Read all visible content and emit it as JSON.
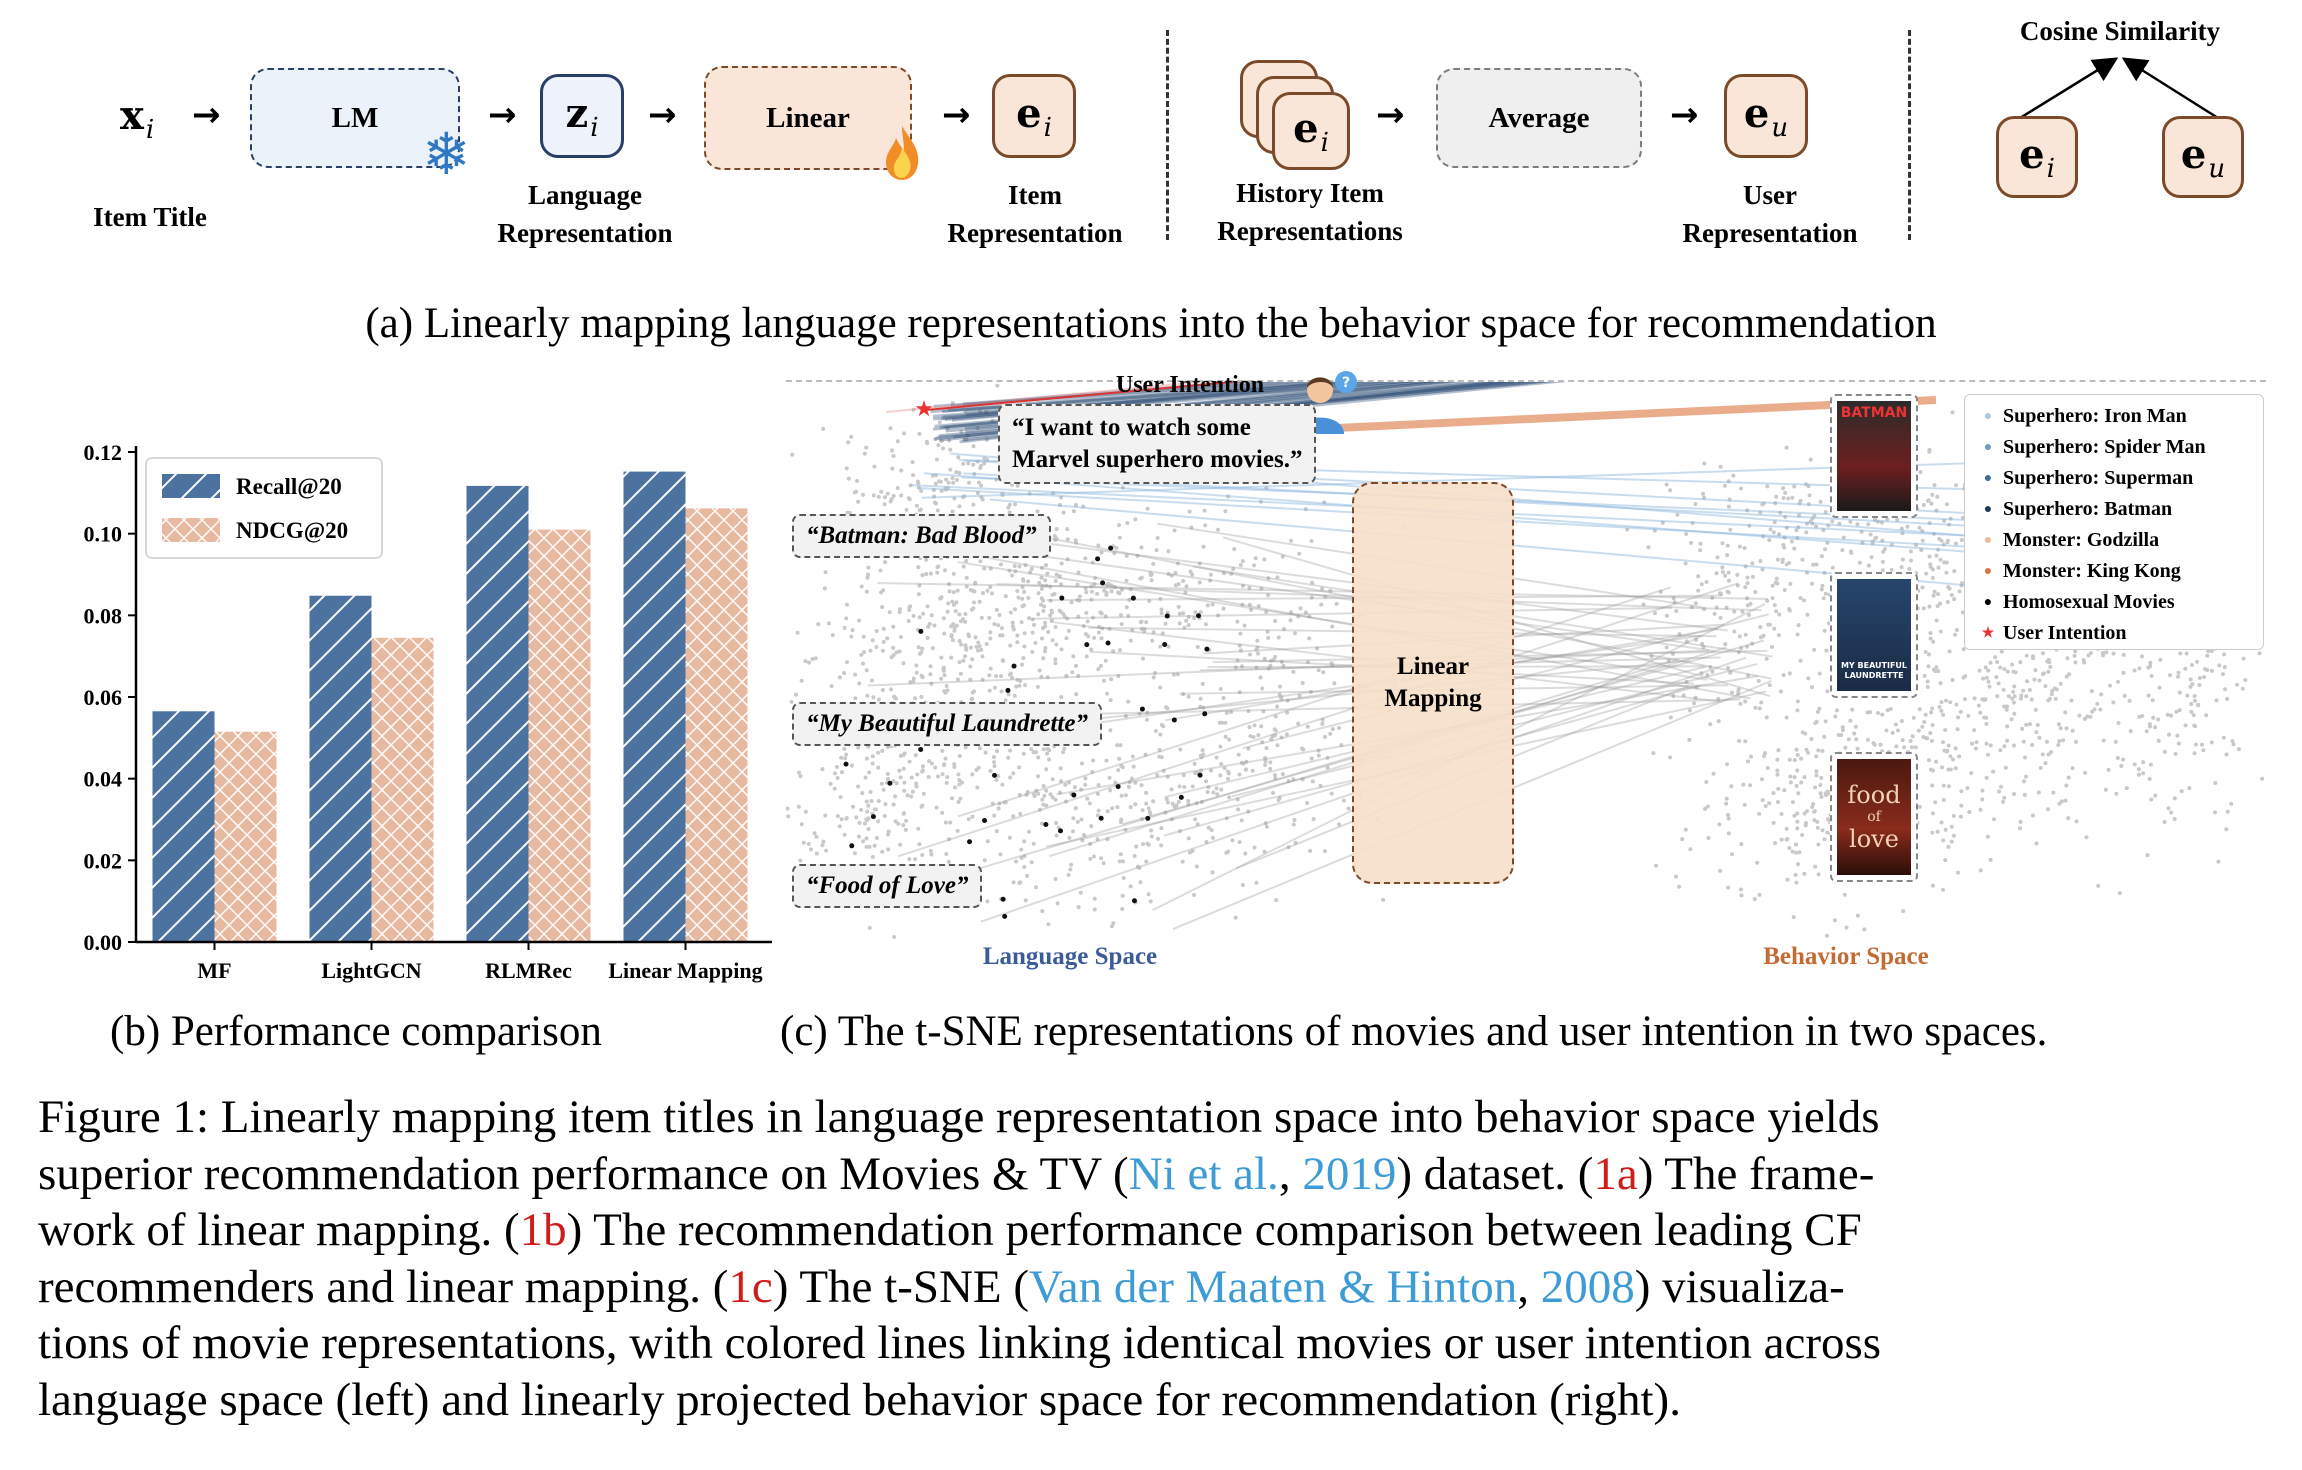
{
  "framework": {
    "x_sym": "x",
    "x_sub": "i",
    "item_title": "Item Title",
    "lm": "LM",
    "z_sym": "z",
    "z_sub": "i",
    "language_representation": [
      "Language",
      "Representation"
    ],
    "linear": "Linear",
    "e_sym": "e",
    "e_sub": "i",
    "item_representation": [
      "Item",
      "Representation"
    ],
    "history_item_representations": [
      "History Item",
      "Representations"
    ],
    "average": "Average",
    "eu_sub": "u",
    "user_representation": [
      "User",
      "Representation"
    ],
    "cosine_similarity": "Cosine Similarity",
    "caption": "(a) Linearly mapping language representations into the behavior space for recommendation"
  },
  "chart_data": {
    "type": "bar",
    "categories": [
      "MF",
      "LightGCN",
      "RLMRec",
      "Linear Mapping"
    ],
    "series": [
      {
        "name": "Recall@20",
        "values": [
          0.0565,
          0.0848,
          0.1117,
          0.1152
        ],
        "color": "#4c72a0"
      },
      {
        "name": "NDCG@20",
        "values": [
          0.0515,
          0.0745,
          0.101,
          0.1062
        ],
        "color": "#e8b9a1"
      }
    ],
    "ylim": [
      0,
      0.12
    ],
    "yticks": [
      "0.00",
      "0.02",
      "0.04",
      "0.06",
      "0.08",
      "0.10",
      "0.12"
    ],
    "legend": "top-left",
    "caption": "(b) Performance comparison"
  },
  "tsne": {
    "user_intention_title": "User Intention",
    "user_quote": [
      "“I want to watch some",
      "Marvel superhero movies.”"
    ],
    "q_batman": "“Batman: Bad Blood”",
    "q_laundrette": "“My Beautiful Laundrette”",
    "q_food": "“Food of Love”",
    "linear_mapping": [
      "Linear",
      "Mapping"
    ],
    "language_space": "Language Space",
    "behavior_space": "Behavior Space",
    "poster_batman": "BATMAN",
    "poster_laundrette": "MY BEAUTIFUL LAUNDRETTE",
    "poster_food": [
      "food",
      "of",
      "love"
    ],
    "legend": [
      {
        "label": "Superhero: Iron Man",
        "color": "#a9c7e6"
      },
      {
        "label": "Superhero: Spider Man",
        "color": "#6a9bcc"
      },
      {
        "label": "Superhero: Superman",
        "color": "#3d6ca0"
      },
      {
        "label": "Superhero: Batman",
        "color": "#1f3a5f"
      },
      {
        "label": "Monster: Godzilla",
        "color": "#f0b89a"
      },
      {
        "label": "Monster: King Kong",
        "color": "#d9723f"
      },
      {
        "label": "Homosexual Movies",
        "color": "#000000"
      },
      {
        "label": "User Intention",
        "color": "#e33"
      }
    ],
    "caption": "(c) The t-SNE representations of movies and user intention in two spaces."
  },
  "figure_caption": {
    "l1": [
      "Figure 1: Linearly mapping item titles in language representation space into behavior space yields"
    ],
    "l2a": "superior recommendation performance on Movies & TV (",
    "l2cite1": "Ni et al.",
    "l2b": ", ",
    "l2cite2": "2019",
    "l2c": ") dataset. (",
    "l2ref": "1a",
    "l2d": ") The frame-",
    "l3a": "work of linear mapping. (",
    "l3ref": "1b",
    "l3b": ") The recommendation performance comparison between leading CF",
    "l4a": "recommenders and linear mapping. (",
    "l4ref": "1c",
    "l4b": ") The t-SNE (",
    "l4cite1": "Van der Maaten & Hinton",
    "l4c": ", ",
    "l4cite2": "2008",
    "l4d": ") visualiza-",
    "l5": "tions of movie representations, with colored lines linking identical movies or user intention across",
    "l6": "language space (left) and linearly projected behavior space for recommendation (right)."
  }
}
